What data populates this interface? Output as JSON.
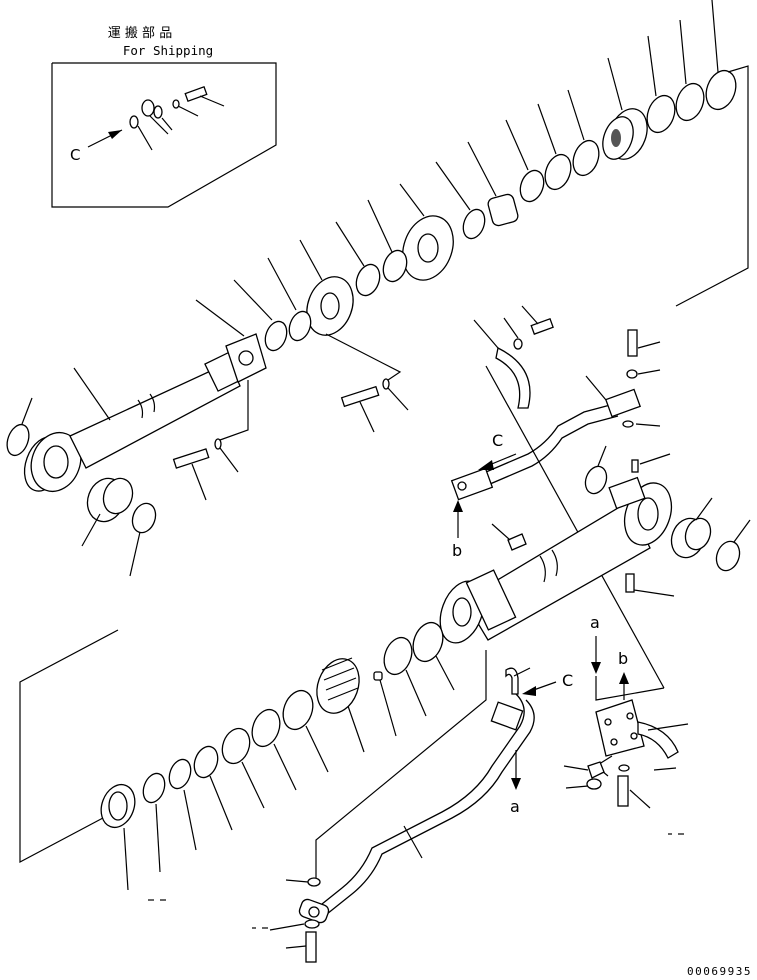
{
  "shipping_box": {
    "title_jp": "運 搬 部 品",
    "title_en": "For Shipping",
    "arrow_label": "C"
  },
  "reference_labels": {
    "c_upper": "C",
    "b_upper": "b",
    "a_right": "a",
    "b_right": "b",
    "c_middle": "C",
    "a_middle": "a"
  },
  "drawing_number": "00069935"
}
